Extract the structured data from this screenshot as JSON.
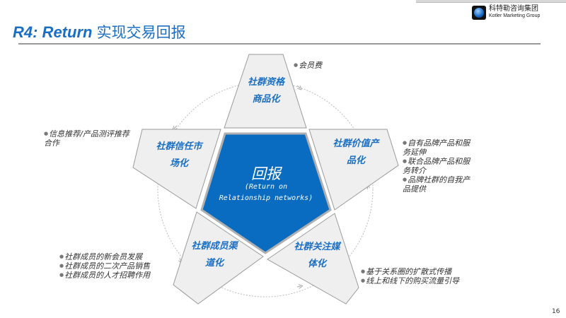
{
  "header": {
    "title_en": "R4: Return",
    "title_cn": "实现交易回报",
    "logo_cn": "科特勒咨询集团",
    "logo_en": "Kotler Marketing Group"
  },
  "diagram": {
    "center": {
      "title": "回报",
      "subtitle_line1": "(Return on",
      "subtitle_line2": "Relationship networks)"
    },
    "petals": [
      {
        "line1": "社群资格",
        "line2": "商品化"
      },
      {
        "line1": "社群价值产",
        "line2": "品化"
      },
      {
        "line1": "社群关注媒",
        "line2": "体化"
      },
      {
        "line1": "社群成员渠",
        "line2": "道化"
      },
      {
        "line1": "社群信任市",
        "line2": "场化"
      }
    ],
    "notes": {
      "top": [
        "会员费"
      ],
      "right": [
        "自有品牌产品和服务延伸",
        "联合品牌产品和服务转介",
        "品牌社群的自我产品提供"
      ],
      "right_lines": [
        [
          "自有品牌产品和服",
          "务延伸"
        ],
        [
          "联合品牌产品和服",
          "务转介"
        ],
        [
          "品牌社群的自我产",
          "品提供"
        ]
      ],
      "bottom_right": [
        "基于关系圈的扩散式传播",
        "线上和线下的购买流量引导"
      ],
      "bottom_left": [
        "社群成员的新会员发展",
        "社群成员的二次产品销售",
        "社群成员的人才招聘作用"
      ],
      "left_line1": "信息推荐/产品测评推荐",
      "left_line2": "合作"
    }
  },
  "colors": {
    "accent": "#1a6fc4",
    "center_fill": "#0a6cc0",
    "petal_fill": "#efeff0"
  },
  "page_number": "16"
}
